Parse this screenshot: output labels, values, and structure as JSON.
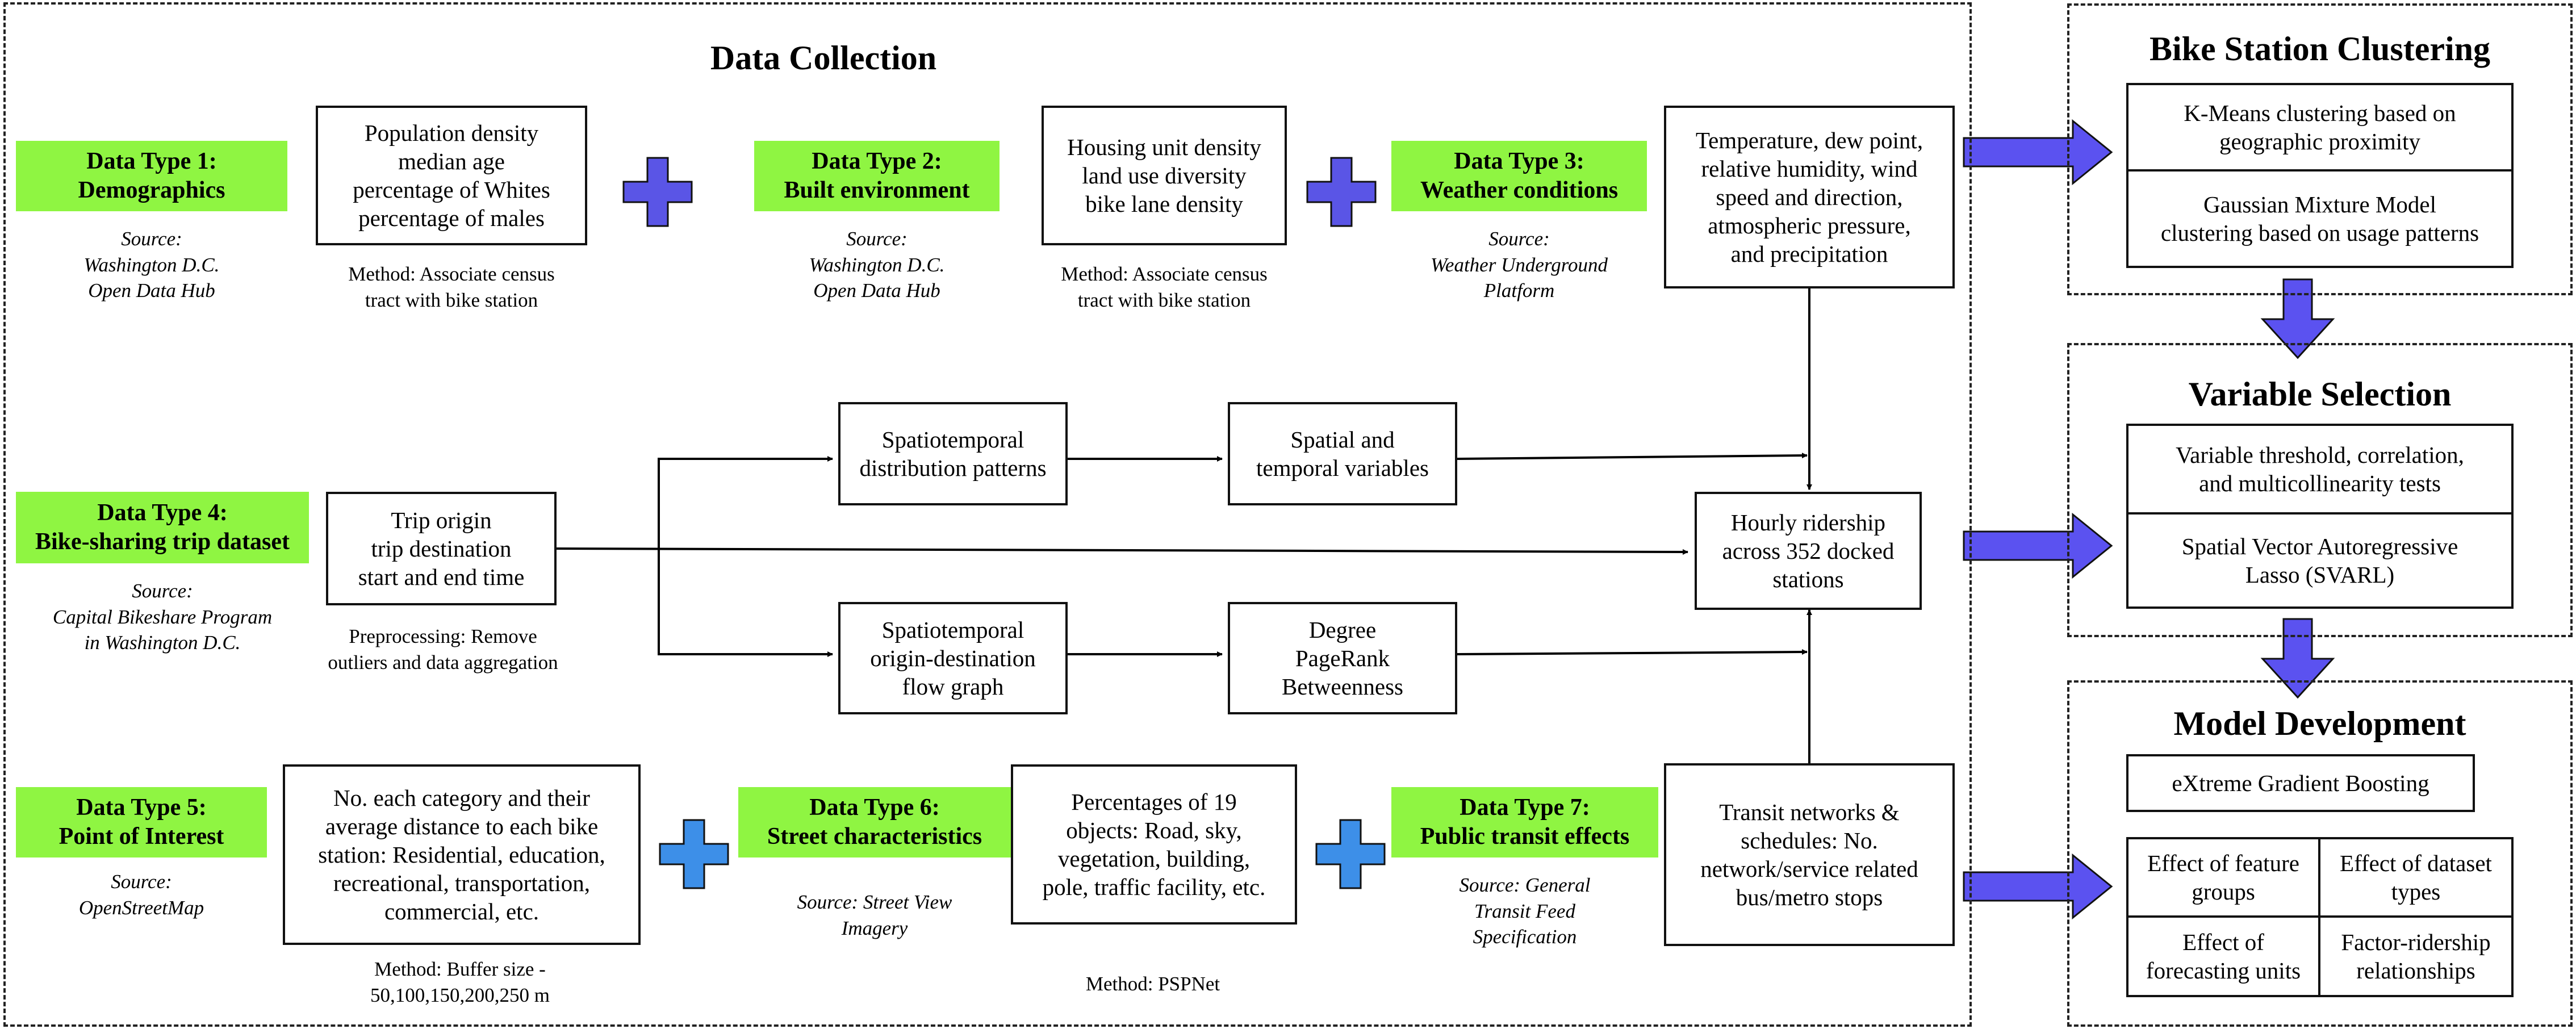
{
  "headings": {
    "data_collection": "Data Collection",
    "bike_clustering": "Bike Station Clustering",
    "variable_selection": "Variable Selection",
    "model_development": "Model Development"
  },
  "data_types": {
    "dt1": {
      "label": "Data Type 1:\nDemographics",
      "source": "Source:\nWashington D.C.\nOpen Data Hub",
      "content": "Population density\nmedian age\npercentage of Whites\npercentage of males",
      "method": "Method: Associate census\ntract with bike station"
    },
    "dt2": {
      "label": "Data Type 2:\nBuilt environment",
      "source": "Source:\nWashington D.C.\nOpen Data Hub",
      "content": "Housing unit density\nland use diversity\nbike lane density",
      "method": "Method: Associate census\ntract with bike station"
    },
    "dt3": {
      "label": "Data Type 3:\nWeather conditions",
      "source": "Source:\nWeather Underground\nPlatform",
      "content": "Temperature, dew point,\nrelative humidity, wind\nspeed and direction,\natmospheric pressure,\nand precipitation"
    },
    "dt4": {
      "label": "Data Type 4:\nBike-sharing trip dataset",
      "source": "Source:\nCapital Bikeshare Program\nin Washington D.C.",
      "content": "Trip origin\ntrip destination\nstart and end time",
      "method": "Preprocessing: Remove\noutliers and data aggregation"
    },
    "dt5": {
      "label": "Data Type 5:\nPoint of Interest",
      "source": "Source:\nOpenStreetMap",
      "content": "No. each category and their\naverage distance to each bike\nstation: Residential, education,\nrecreational, transportation,\ncommercial, etc.",
      "method": "Method: Buffer size -\n50,100,150,200,250 m"
    },
    "dt6": {
      "label": "Data Type 6:\nStreet characteristics",
      "source": "Source: Street View\nImagery",
      "content": "Percentages of 19\nobjects: Road, sky,\nvegetation, building,\npole, traffic facility, etc.",
      "method": "Method: PSPNet"
    },
    "dt7": {
      "label": "Data Type 7:\nPublic transit effects",
      "source": "Source: General\nTransit Feed\nSpecification",
      "content": "Transit networks &\nschedules: No.\nnetwork/service related\nbus/metro stops"
    }
  },
  "process": {
    "spatiotemporal_patterns": "Spatiotemporal\ndistribution patterns",
    "spatial_temporal_vars": "Spatial and\ntemporal variables",
    "od_flow_graph": "Spatiotemporal\norigin-destination\nflow graph",
    "graph_metrics": "Degree\nPageRank\nBetweenness",
    "hourly_ridership": "Hourly ridership\nacross 352 docked\nstations"
  },
  "clustering": {
    "kmeans": "K-Means clustering based on\ngeographic proximity",
    "gmm": "Gaussian Mixture Model\nclustering based on usage patterns"
  },
  "variable_selection": {
    "tests": "Variable threshold, correlation,\nand multicollinearity tests",
    "svarl": "Spatial Vector Autoregressive\nLasso (SVARL)"
  },
  "model_development": {
    "xgboost": "eXtreme Gradient Boosting",
    "feature_groups": "Effect of feature\ngroups",
    "dataset_types": "Effect of dataset\ntypes",
    "forecasting_units": "Effect of\nforecasting units",
    "factor_ridership": "Factor-ridership\nrelationships"
  },
  "colors": {
    "data_type_fill": "#8ff542",
    "plus_purple": "#5a55e6",
    "plus_blue": "#3d8fe8",
    "flow_arrow": "#5b52f0"
  },
  "icons": {
    "plus": "plus-icon",
    "block_arrow": "block-arrow-icon"
  }
}
